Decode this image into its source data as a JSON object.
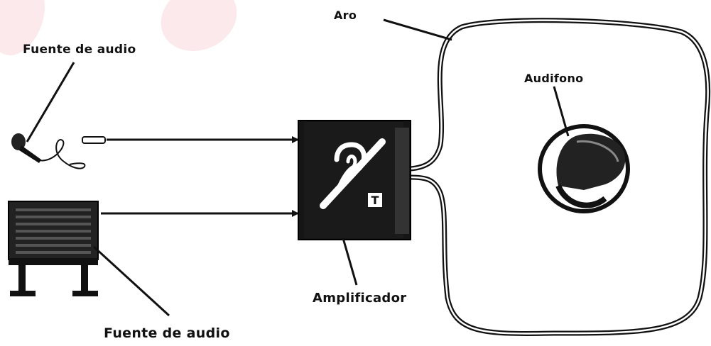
{
  "labels": {
    "fuente_top": "Fuente de audio",
    "fuente_bottom": "Fuente de audio",
    "aro": "Aro",
    "audifono": "Audifono",
    "amplificador": "Amplificador"
  },
  "amplifier_badge": "T",
  "colors": {
    "ink": "#111111",
    "watermark": "#fbe9ec"
  },
  "icons": [
    "microphone-icon",
    "speaker-icon",
    "hearing-loop-icon",
    "hearing-aid-icon"
  ]
}
